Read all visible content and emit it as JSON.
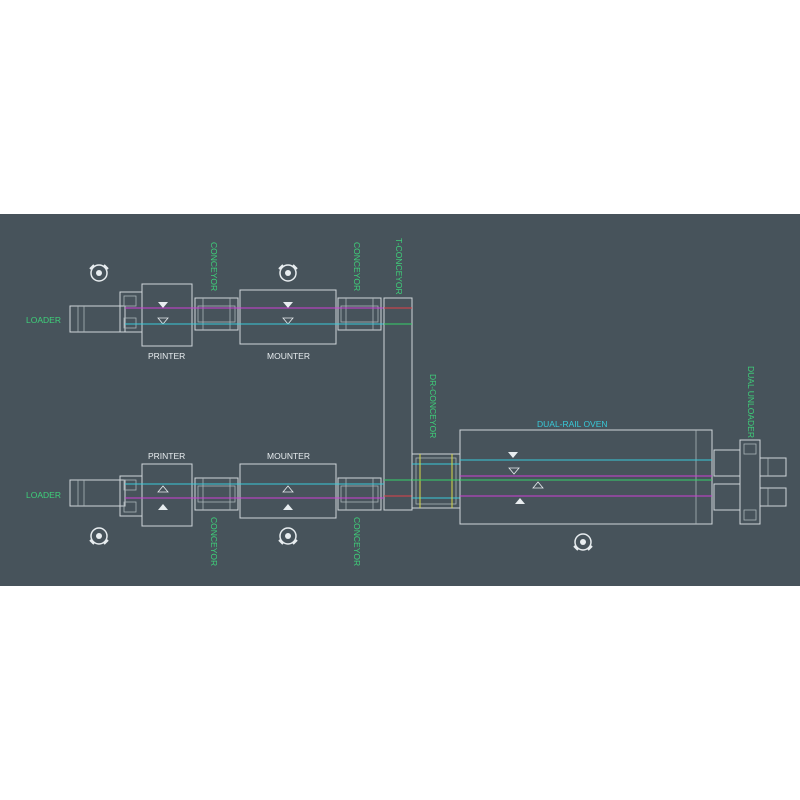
{
  "background": "#47535b",
  "colors": {
    "outline": "#cfd6da",
    "rail_magenta": "#cc3fd6",
    "rail_cyan": "#38c9d8",
    "rail_green": "#35d06a",
    "rail_red": "#e0404a",
    "rail_yellow": "#d8d84a",
    "label_green": "#3ed07a",
    "label_cyan": "#38c9d8",
    "label_white": "#e8edf0"
  },
  "labels": {
    "loader_top": "LOADER",
    "loader_bottom": "LOADER",
    "printer_top": "PRINTER",
    "printer_bottom": "PRINTER",
    "mounter_top": "MOUNTER",
    "mounter_bottom": "MOUNTER",
    "conveyor_top_1": "CONCEYOR",
    "conveyor_top_2": "CONCEYOR",
    "conveyor_bottom_1": "CONCEYOR",
    "conveyor_bottom_2": "CONCEYOR",
    "t_conveyor": "T-CONCEYOR",
    "dr_conveyor": "DR-CONCEYOR",
    "oven": "DUAL-RAIL OVEN",
    "unloader": "DUAL UNLOADER"
  },
  "icons": [
    "operator-icon"
  ]
}
